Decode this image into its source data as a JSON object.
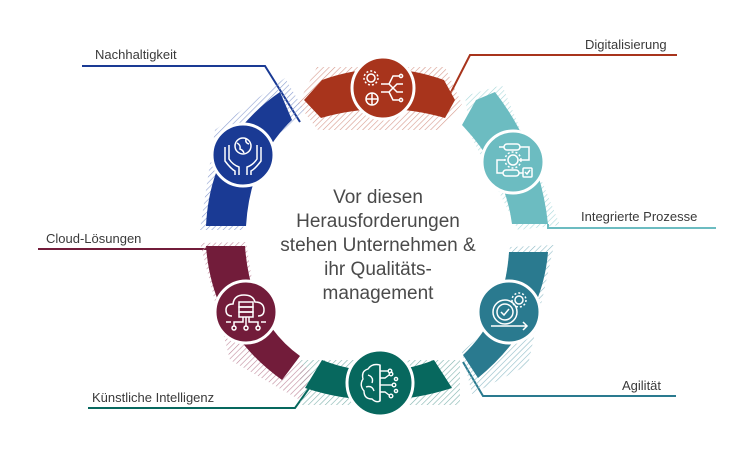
{
  "diagram": {
    "center_text": [
      "Vor diesen",
      "Herausforderungen",
      "stehen Unternehmen &",
      "ihr Qualitäts-",
      "management"
    ],
    "segments": [
      {
        "label": "Digitalisierung",
        "icon": "digital-network-icon",
        "color": "#a8341c"
      },
      {
        "label": "Integrierte Prozesse",
        "icon": "process-flow-icon",
        "color": "#6cbcc1"
      },
      {
        "label": "Agilität",
        "icon": "agile-cycle-icon",
        "color": "#2a7a8f"
      },
      {
        "label": "Künstliche Intelligenz",
        "icon": "ai-brain-icon",
        "color": "#07685e"
      },
      {
        "label": "Cloud-Lösungen",
        "icon": "cloud-server-icon",
        "color": "#721c3a"
      },
      {
        "label": "Nachhaltigkeit",
        "icon": "hands-globe-icon",
        "color": "#1a3a94"
      }
    ]
  }
}
